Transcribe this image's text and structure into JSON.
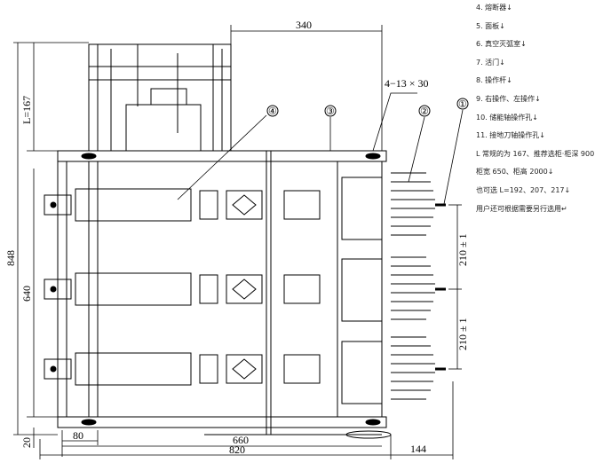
{
  "notes": [
    "4. 熔断器↓",
    "5. 面板↓",
    "6. 真空灭弧室↓",
    "7. 活门↓",
    "8. 操作杆↓",
    "9. 右操作、左操作↓",
    "10. 储能轴操作孔↓",
    "11. 接地刀轴操作孔↓",
    "L 常规的为 167、推荐选柜·柜深 900↓",
    "柜宽 650、柜高 2000↓",
    "也可选 L=192、207、217↓",
    "用户还可根据需要另行选用↵"
  ],
  "dimensions": {
    "top_width": "340",
    "holes": "4−13 × 30",
    "L": "L=167",
    "total_height": "848",
    "frame_height": "640",
    "pitch_upper": "210 ± 1",
    "pitch_lower": "210 ± 1",
    "base": "20",
    "left_offset": "80",
    "inner_width": "660",
    "total_width": "820",
    "terminal": "144"
  },
  "callouts": [
    "①",
    "②",
    "③",
    "④"
  ]
}
